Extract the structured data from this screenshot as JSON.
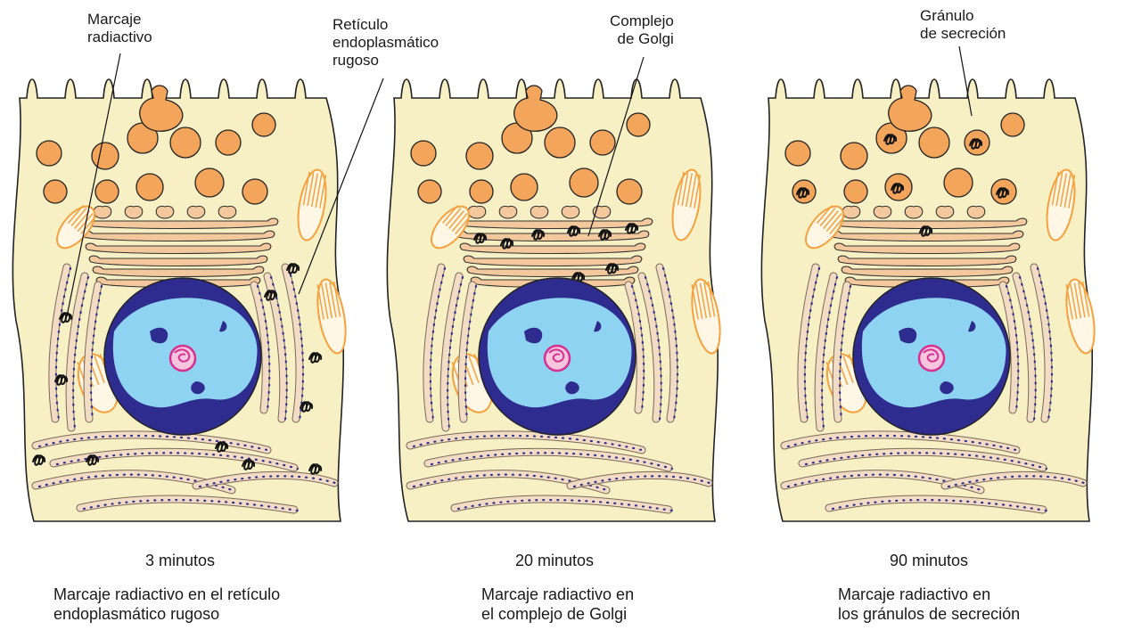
{
  "colors": {
    "cytoplasm": "#f6f0c4",
    "granule": "#f2a55b",
    "golgi": "#f3c89c",
    "er": "#f2dcc4",
    "nucleus_outer": "#2e2d8f",
    "nucleus_inner": "#8fd3f2",
    "nucleolus": "#d62f8f",
    "mitochondria": "#f5a13c",
    "ribosome": "#2e2d8f",
    "label_stroke": "#111111"
  },
  "icons": [
    "cell-diagram",
    "secretory-granule",
    "golgi-complex",
    "rough-er",
    "nucleus",
    "mitochondrion",
    "radioactive-label"
  ],
  "panels": [
    {
      "time": "3 minutos",
      "caption_line1": "Marcaje radiactivo en el retículo",
      "caption_line2": "endoplasmático rugoso",
      "label_location": "rough-er"
    },
    {
      "time": "20 minutos",
      "caption_line1": "Marcaje radiactivo en",
      "caption_line2": "el complejo de Golgi",
      "label_location": "golgi"
    },
    {
      "time": "90 minutos",
      "caption_line1": "Marcaje radiactivo en",
      "caption_line2": "los gránulos de secreción",
      "label_location": "granules"
    }
  ],
  "callouts": {
    "radiactivo_l1": "Marcaje",
    "radiactivo_l2": "radiactivo",
    "rer_l1": "Retículo",
    "rer_l2": "endoplasmático",
    "rer_l3": "rugoso",
    "golgi_l1": "Complejo",
    "golgi_l2": "de Golgi",
    "granulo_l1": "Gránulo",
    "granulo_l2": "de secreción"
  }
}
